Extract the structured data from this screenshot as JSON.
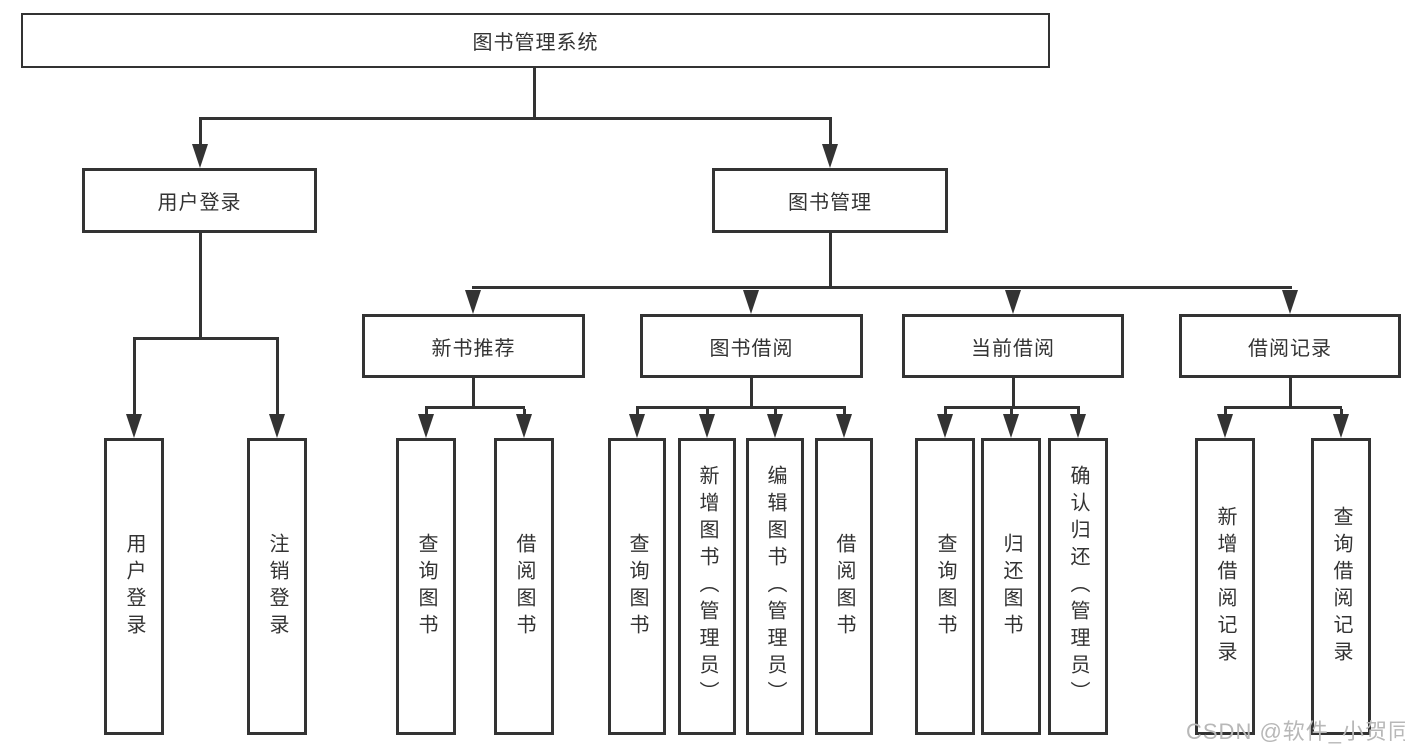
{
  "tree": {
    "label": "图书管理系统",
    "children": [
      {
        "label": "用户登录",
        "children": [
          {
            "label": "用户登录"
          },
          {
            "label": "注销登录"
          }
        ]
      },
      {
        "label": "图书管理",
        "children": [
          {
            "label": "新书推荐",
            "children": [
              {
                "label": "查询图书"
              },
              {
                "label": "借阅图书"
              }
            ]
          },
          {
            "label": "图书借阅",
            "children": [
              {
                "label": "查询图书"
              },
              {
                "label": "新增图书（管理员）"
              },
              {
                "label": "编辑图书（管理员）"
              },
              {
                "label": "借阅图书"
              }
            ]
          },
          {
            "label": "当前借阅",
            "children": [
              {
                "label": "查询图书"
              },
              {
                "label": "归还图书"
              },
              {
                "label": "确认归还（管理员）"
              }
            ]
          },
          {
            "label": "借阅记录",
            "children": [
              {
                "label": "新增借阅记录"
              },
              {
                "label": "查询借阅记录"
              }
            ]
          }
        ]
      }
    ]
  },
  "watermark": {
    "text": "CSDN @软件_小贺同学"
  },
  "colors": {
    "line": "#333333",
    "text": "#333333",
    "background": "#ffffff",
    "watermark": "#b8b8b8"
  }
}
